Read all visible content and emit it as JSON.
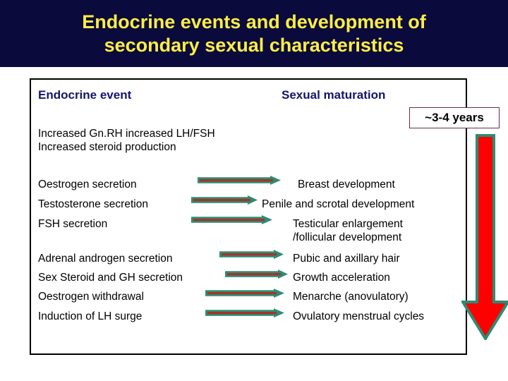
{
  "slide": {
    "title_line1": "Endocrine events and development of",
    "title_line2": "secondary sexual characteristics",
    "title_color": "#ffee44",
    "banner_color": "#0a0a3c"
  },
  "table": {
    "heading_left": "Endocrine event",
    "heading_right": "Sexual maturation",
    "heading_color": "#14146e",
    "border_color": "#000000"
  },
  "intro": {
    "line1": "Increased Gn.RH  increased LH/FSH",
    "line2": "Increased steroid production"
  },
  "group_one": {
    "events": [
      "Oestrogen secretion",
      "Testosterone secretion",
      "FSH secretion"
    ],
    "outcomes": [
      "Breast development",
      "Penile and scrotal development",
      "Testicular enlargement",
      "/follicular development"
    ]
  },
  "group_two": {
    "events": [
      "Adrenal androgen secretion",
      "Sex Steroid and GH secretion",
      "Oestrogen withdrawal",
      "Induction of LH surge"
    ],
    "outcomes": [
      "Pubic and axillary hair",
      "Growth acceleration",
      "Menarche (anovulatory)",
      "Ovulatory menstrual cycles"
    ]
  },
  "callout": {
    "duration_label": "~3-4 years",
    "box_border_color": "#6e2850"
  },
  "arrows": {
    "horizontal_outline_color": "#2e8b74",
    "horizontal_fill_color": "#a83224",
    "timeline_fill_color": "#ff0000",
    "timeline_outline_color": "#2e8b74",
    "timeline_icon": "down-arrow-icon",
    "flow_icon": "right-arrow-icon"
  }
}
